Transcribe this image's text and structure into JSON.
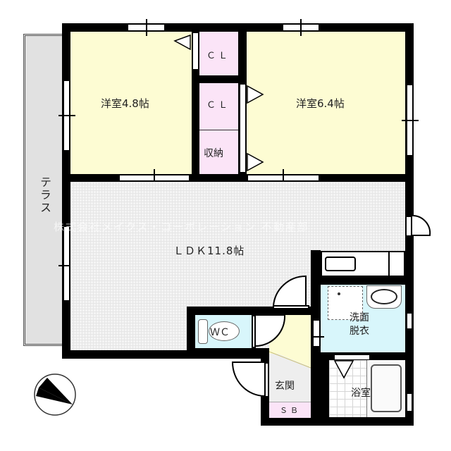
{
  "floor_plan": {
    "rooms": {
      "western_room_1": {
        "label": "洋室4.8帖"
      },
      "western_room_2": {
        "label": "洋室6.4帖"
      },
      "closet_1": {
        "label": "ＣＬ"
      },
      "closet_2": {
        "label": "ＣＬ"
      },
      "storage": {
        "label": "収納"
      },
      "ldk": {
        "label": "ＬＤＫ11.8帖"
      },
      "terrace": {
        "label": "テラス"
      },
      "wc": {
        "label": "ＷＣ"
      },
      "washroom": {
        "label_line1": "洗面",
        "label_line2": "脱衣"
      },
      "entrance": {
        "label": "玄関"
      },
      "shoe_box": {
        "label": "ＳＢ"
      },
      "bathroom": {
        "label": "浴室"
      }
    },
    "watermark": "株式会社メイクス・コーポレーション 不動産部",
    "compass": {
      "icon": "north-arrow-icon"
    },
    "colors": {
      "wall": "#000000",
      "western_room": "#fdfcd3",
      "closet": "#fbe4f7",
      "wet_area": "#d8f6fb",
      "terrace": "#e1e1e1",
      "ldk": "#f4f4f4"
    }
  }
}
